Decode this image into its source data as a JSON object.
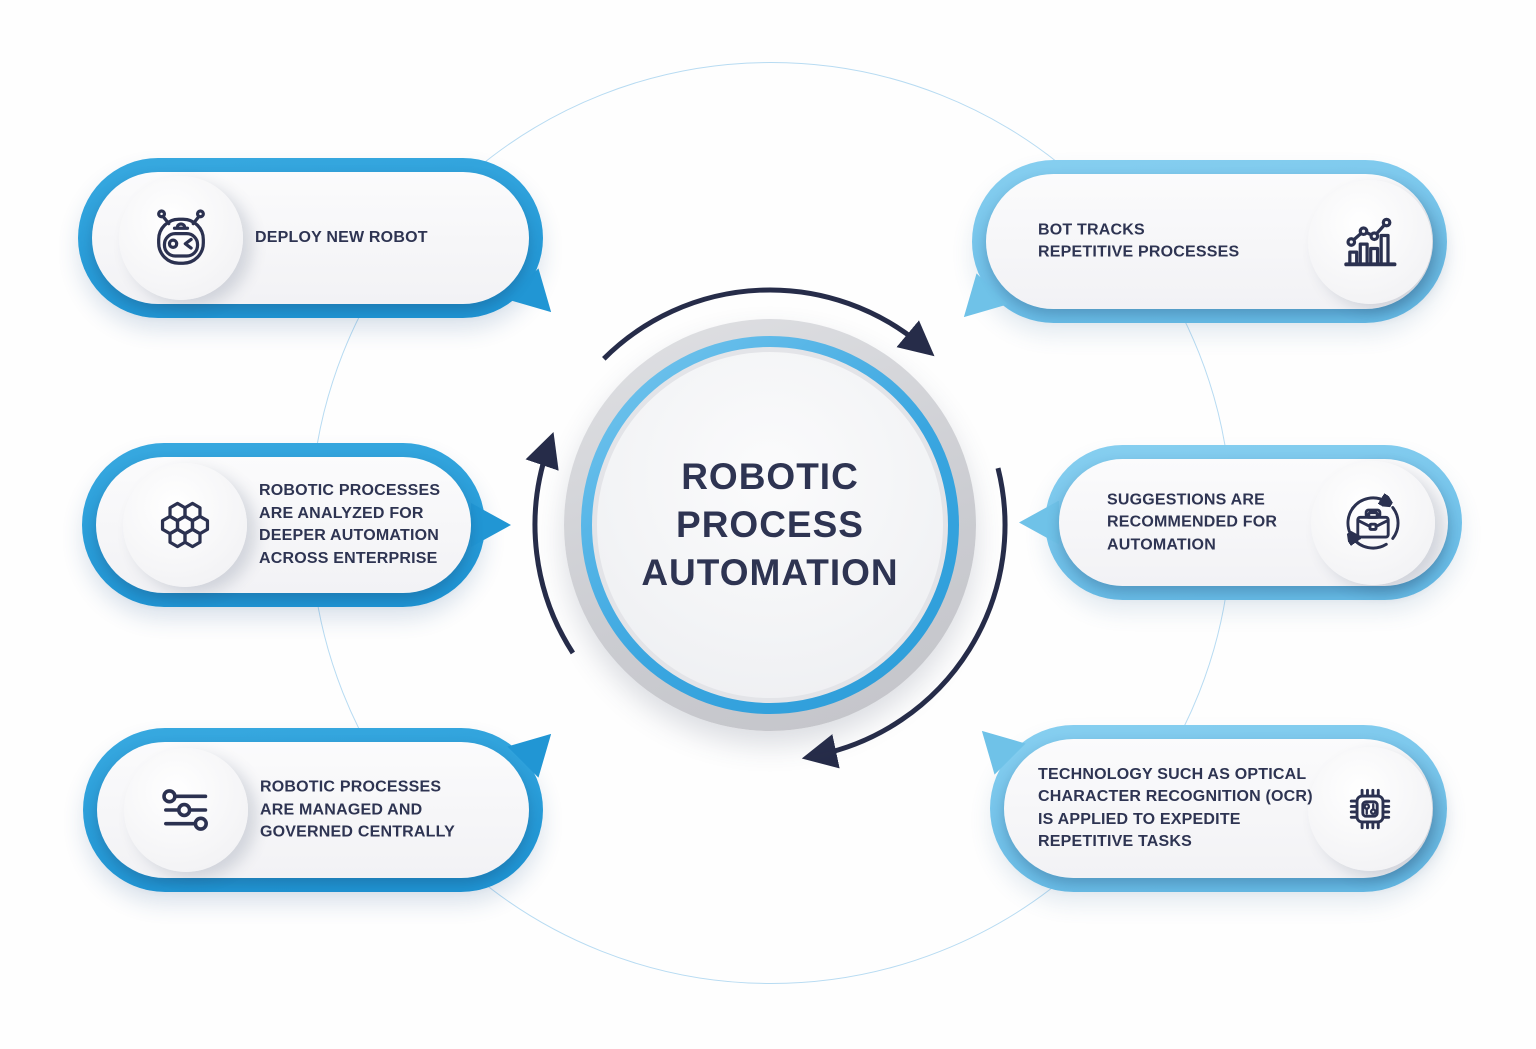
{
  "center": {
    "title": "ROBOTIC\nPROCESS\nAUTOMATION",
    "colors": {
      "ring_gray": "#cbccd1",
      "ring_blue": "#3aa6e0",
      "disc": "#f3f4f6",
      "arrows": "#262c49",
      "title_text": "#2e3452"
    }
  },
  "background": {
    "orbit_circle_color": "#b7dbf2"
  },
  "callouts": {
    "left": [
      {
        "icon": "robot-icon",
        "text": "DEPLOY NEW ROBOT"
      },
      {
        "icon": "honeycomb-icon",
        "text": "ROBOTIC PROCESSES\nARE ANALYZED FOR\nDEEPER AUTOMATION\nACROSS ENTERPRISE"
      },
      {
        "icon": "sliders-icon",
        "text": "ROBOTIC PROCESSES\nARE MANAGED AND\nGOVERNED CENTRALLY"
      }
    ],
    "right": [
      {
        "icon": "bar-chart-icon",
        "text": "BOT TRACKS\nREPETITIVE PROCESSES"
      },
      {
        "icon": "briefcase-sync-icon",
        "text": "SUGGESTIONS ARE\nRECOMMENDED FOR\nAUTOMATION"
      },
      {
        "icon": "chip-icon",
        "text": "TECHNOLOGY SUCH AS OPTICAL\nCHARACTER RECOGNITION (OCR)\nIS APPLIED TO EXPEDITE\nREPETITIVE TASKS"
      }
    ],
    "colors": {
      "left_pill_top": "#38a9e0",
      "left_pill_bottom": "#1f94d3",
      "right_pill_top": "#87cff0",
      "right_pill_bottom": "#66bae5",
      "inner_pill": "#f5f5f7",
      "icon_stroke": "#2b3150",
      "label_text": "#2e3452"
    }
  }
}
